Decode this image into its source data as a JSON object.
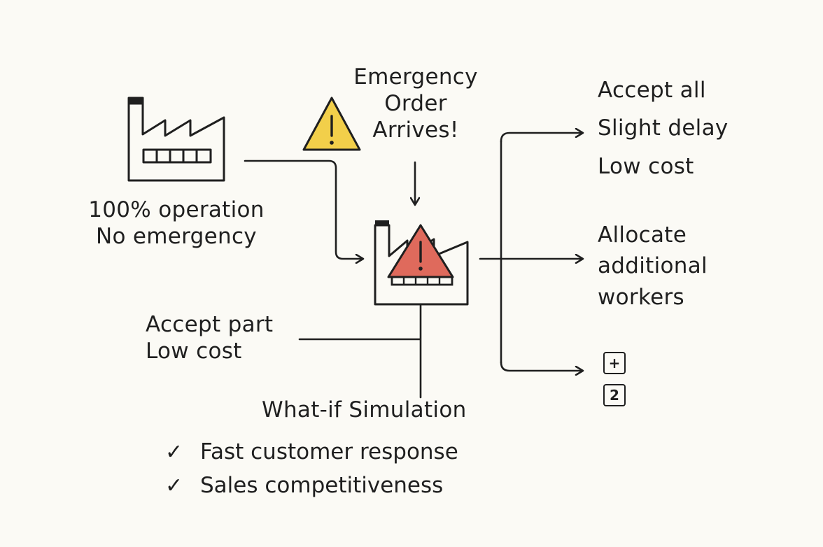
{
  "emergency_label": [
    "Emergency",
    "Order",
    "Arrives!"
  ],
  "baseline_label": [
    "100% operation",
    "No emergency"
  ],
  "accept_part_option": [
    "Accept part",
    "Low cost"
  ],
  "simulation_label": "What-if Simulation",
  "accept_all_option": [
    "Accept all",
    "Slight delay",
    "Low cost"
  ],
  "allocate_option": [
    "Allocate",
    "additional",
    "workers"
  ],
  "option_badges": [
    "+",
    "2"
  ],
  "benefits": [
    {
      "mark": "✓",
      "text": "Fast customer response"
    },
    {
      "mark": "✓",
      "text": "Sales competitiveness"
    }
  ],
  "colors": {
    "warning_yellow": "#f2cf4a",
    "alert_red": "#df6a5c",
    "ink": "#1f1f1f",
    "background": "#fbfaf5"
  },
  "icons": [
    "factory-icon",
    "warning-icon",
    "factory-alert-icon",
    "arrow-icon",
    "checkmark-icon"
  ]
}
